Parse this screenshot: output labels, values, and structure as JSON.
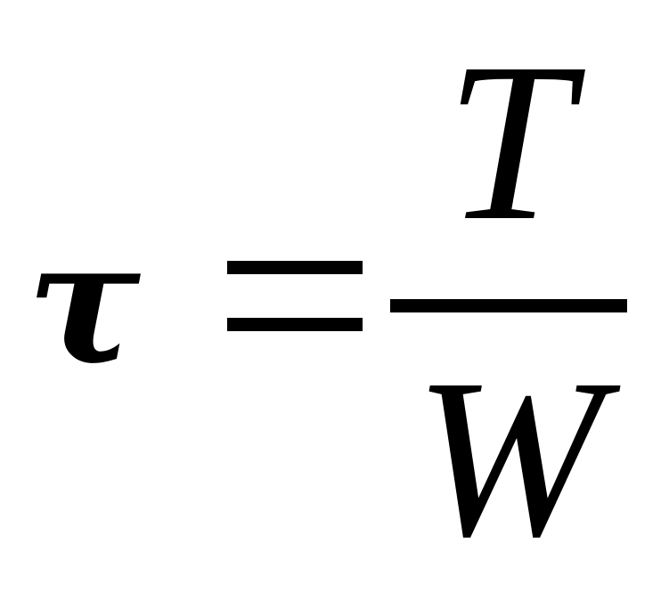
{
  "formula": {
    "lhs": "τ",
    "operator": "=",
    "numerator": "T",
    "denominator": "W"
  },
  "colors": {
    "ink": "#000000",
    "background": "#ffffff"
  }
}
